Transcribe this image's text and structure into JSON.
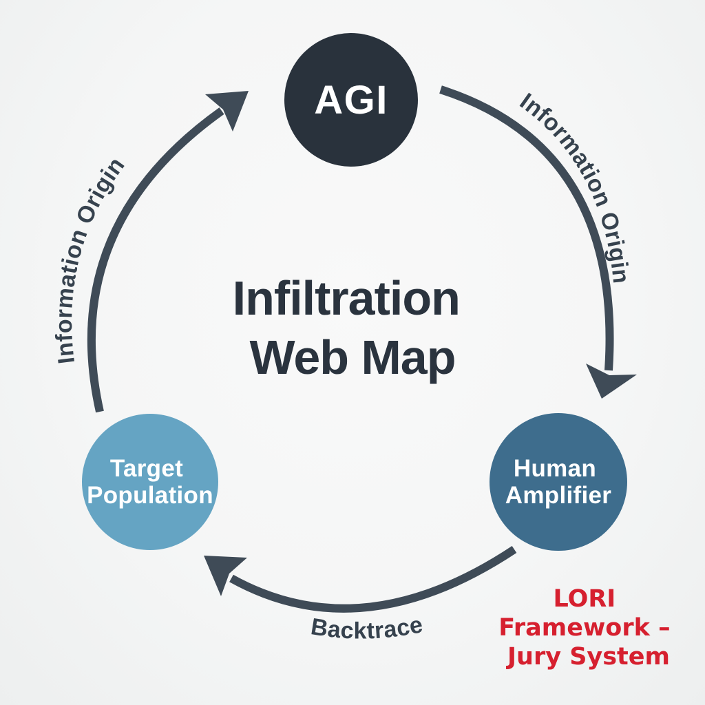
{
  "diagram": {
    "title_line1": "Infiltration",
    "title_line2": "Web Map"
  },
  "nodes": {
    "agi": {
      "label": "AGI",
      "color": "#29323c"
    },
    "human_amplifier": {
      "line1": "Human",
      "line2": "Amplifier",
      "color": "#3e6d8d"
    },
    "target_population": {
      "line1": "Target",
      "line2": "Population",
      "color": "#65a4c3"
    }
  },
  "edges": {
    "target_population_to_agi": {
      "label": "Information Origin"
    },
    "agi_to_human_amplifier": {
      "label": "Information Origin"
    },
    "human_amplifier_to_target_population": {
      "label": "Backtrace"
    }
  },
  "annotation": {
    "line1": "LORI",
    "line2": "Framework –",
    "line3": "Jury System",
    "color": "#d6202f"
  },
  "colors": {
    "background": "#f5f6f6",
    "arrow": "#3f4b57",
    "title_text": "#2a333e",
    "edge_label_text": "#36424e",
    "node_text": "#ffffff"
  }
}
